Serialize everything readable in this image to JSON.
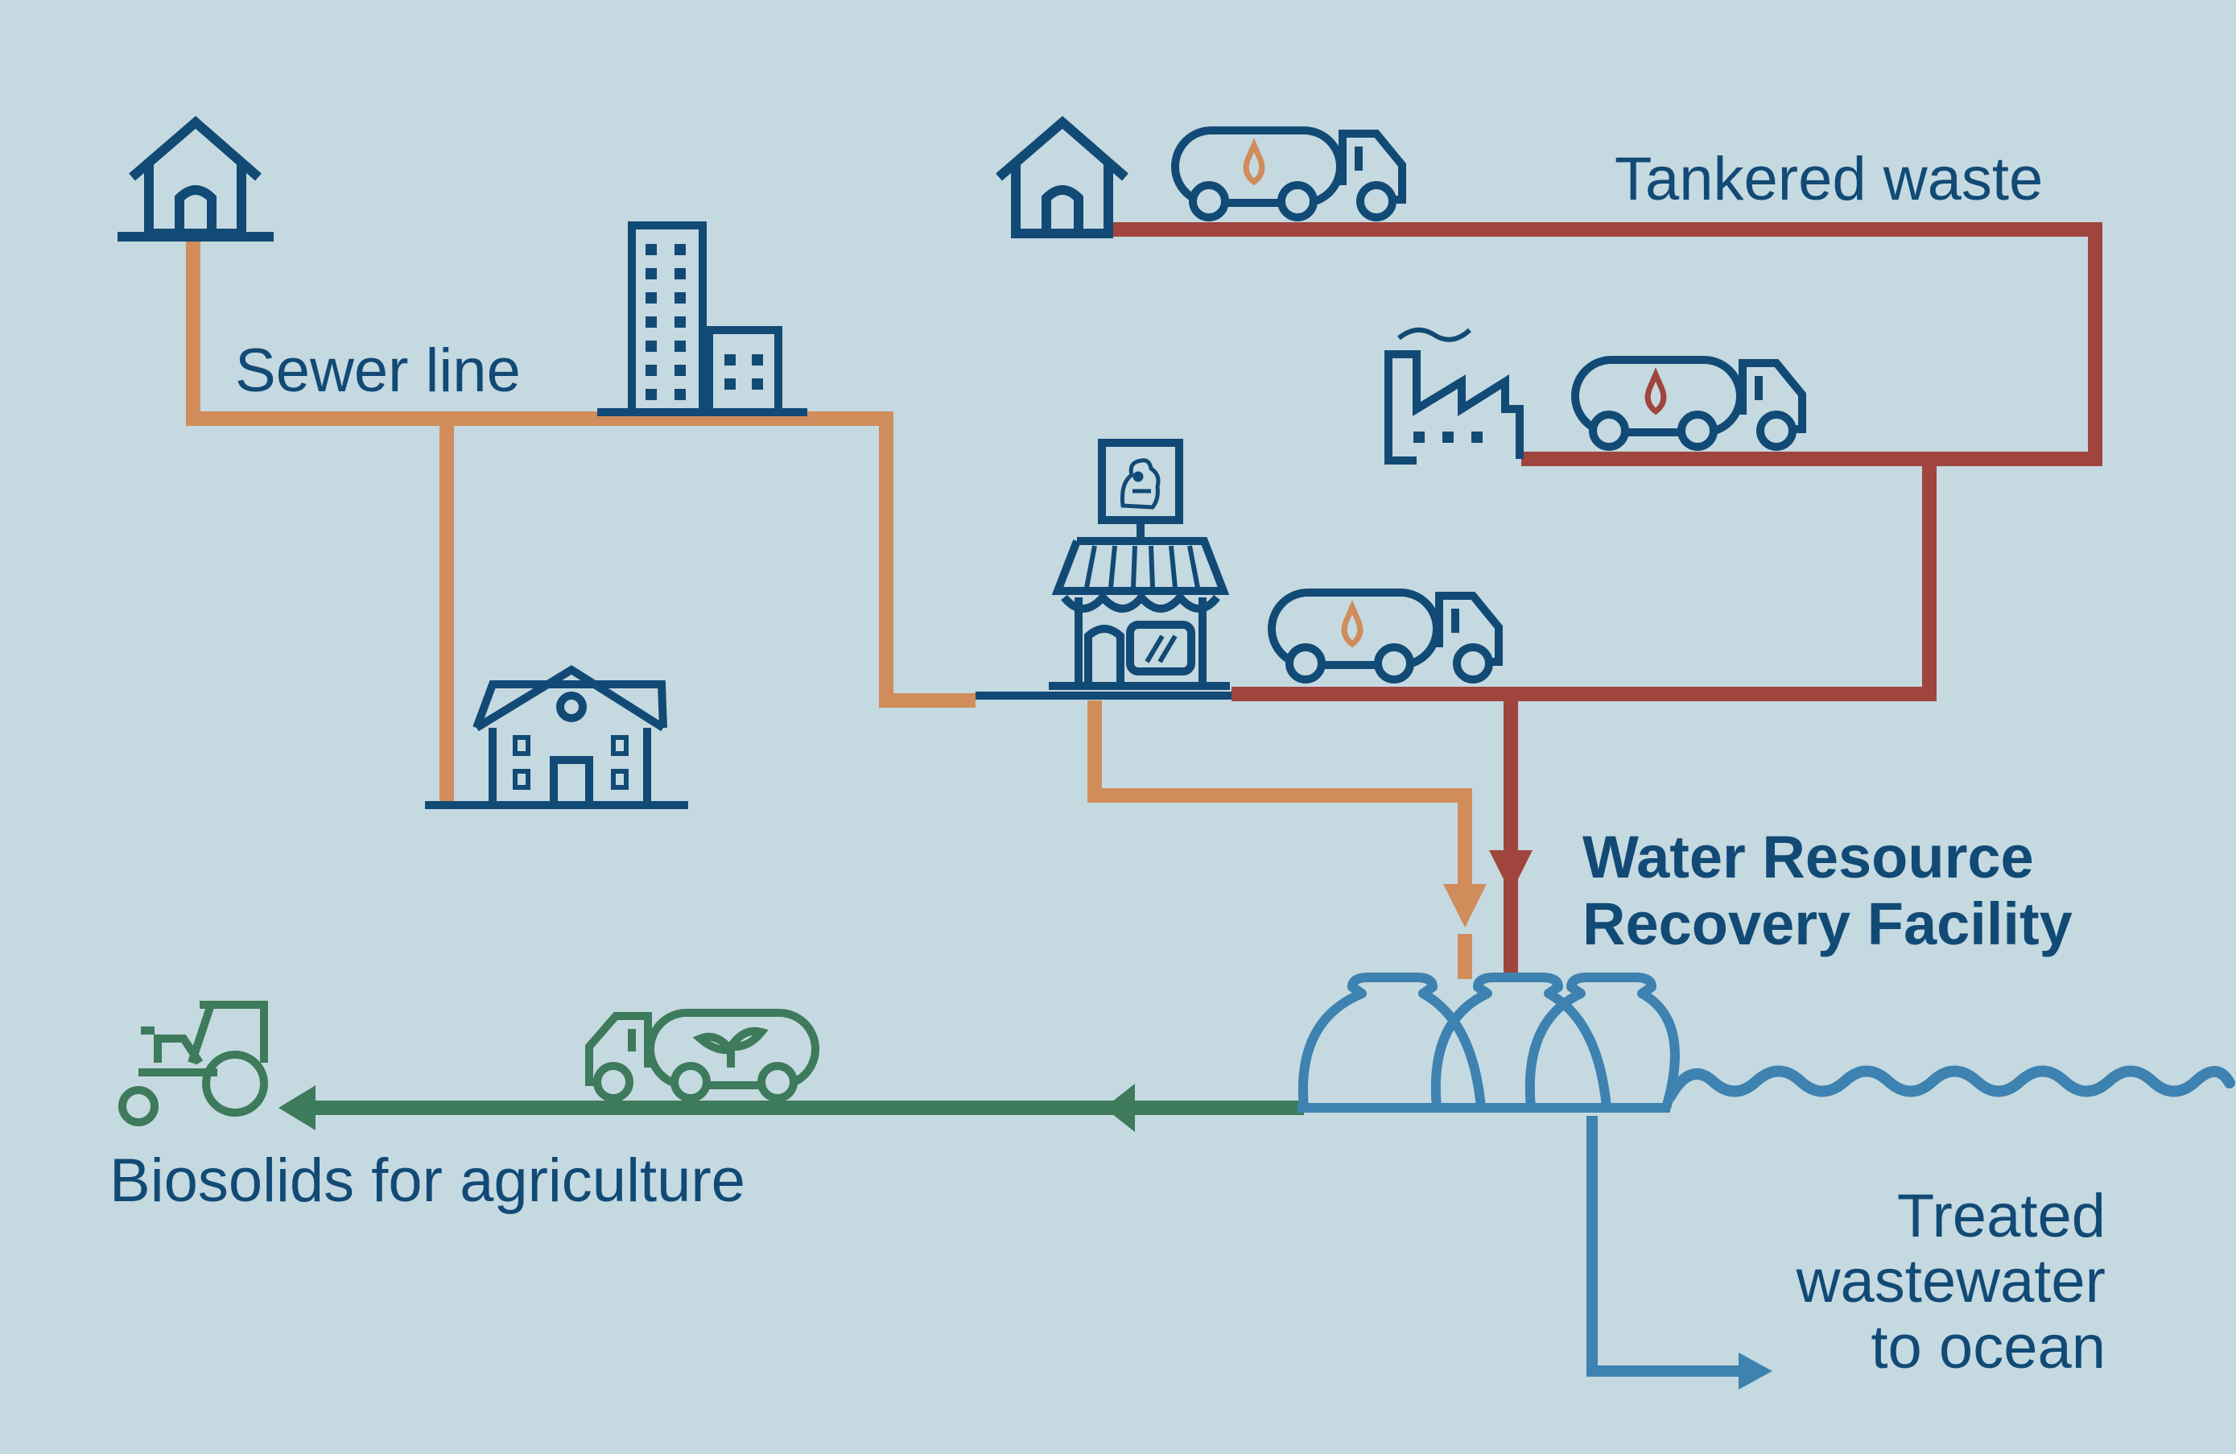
{
  "labels": {
    "sewer_line": "Sewer line",
    "tankered_waste": "Tankered waste",
    "facility_line1": "Water Resource",
    "facility_line2": "Recovery Facility",
    "biosolids": "Biosolids for agriculture",
    "ocean_line1": "Treated",
    "ocean_line2": "wastewater",
    "ocean_line3": "to ocean"
  },
  "colors": {
    "background": "#c5d9e0",
    "icon_navy": "#124a76",
    "sewer_orange": "#d08c5a",
    "tanker_red": "#a0453e",
    "biosolids_green": "#3e7a5c",
    "ocean_blue": "#3d82b0"
  },
  "icons": [
    "house-icon",
    "apartment-building-icon",
    "family-house-icon",
    "shop-icon",
    "factory-icon",
    "tanker-truck-icon",
    "chicken-sign-icon",
    "tractor-icon",
    "biosolids-truck-icon",
    "digester-tanks-icon",
    "ocean-waves-icon"
  ]
}
